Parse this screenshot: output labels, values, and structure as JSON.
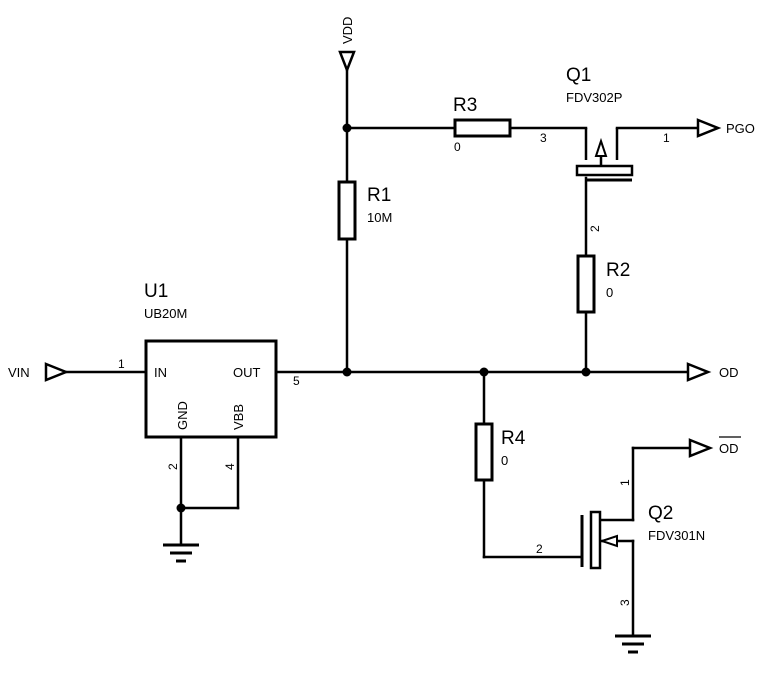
{
  "power": {
    "vdd": "VDD"
  },
  "nets": {
    "vin": "VIN",
    "pgo": "PGO",
    "od": "OD",
    "od_bar": "OD"
  },
  "u1": {
    "ref": "U1",
    "value": "UB20M",
    "pins": {
      "in": "IN",
      "out": "OUT",
      "gnd": "GND",
      "vbb": "VBB"
    },
    "pin_numbers": {
      "in": "1",
      "out": "5",
      "gnd": "2",
      "vbb": "4"
    }
  },
  "r1": {
    "ref": "R1",
    "value": "10M"
  },
  "r2": {
    "ref": "R2",
    "value": "0",
    "pin": "2"
  },
  "r3": {
    "ref": "R3",
    "value": "0",
    "pin_right": "3"
  },
  "r4": {
    "ref": "R4",
    "value": "0"
  },
  "q1": {
    "ref": "Q1",
    "value": "FDV302P",
    "pin_gate": "2",
    "pin_source": "3",
    "pin_drain": "1"
  },
  "q2": {
    "ref": "Q2",
    "value": "FDV301N",
    "pin_gate": "2",
    "pin_drain": "1",
    "pin_source": "3"
  }
}
